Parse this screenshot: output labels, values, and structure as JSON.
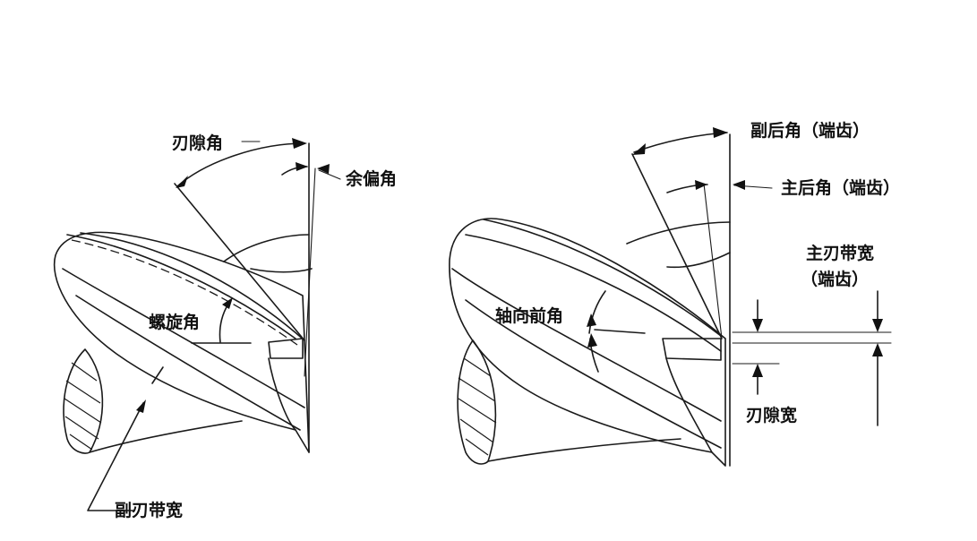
{
  "labels": {
    "edge_relief_angle": "刃隙角",
    "dish_angle": "余偏角",
    "helix_angle": "螺旋角",
    "secondary_land_width": "副刃带宽",
    "axial_rake_angle": "轴向前角",
    "secondary_clearance_angle_end": "副后角（端齿）",
    "primary_clearance_angle_end": "主后角（端齿）",
    "primary_land_width_line1": "主刃带宽",
    "primary_land_width_line2": "（端齿）",
    "relief_width": "刃隙宽"
  },
  "colors": {
    "ink": "#111111",
    "background": "#ffffff"
  }
}
